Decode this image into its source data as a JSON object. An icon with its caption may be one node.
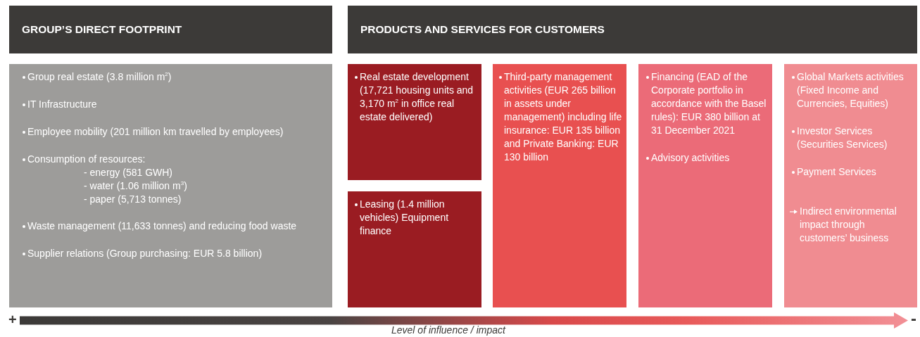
{
  "diagram": {
    "nodes": [
      {
        "text": [
          "GROUP’S DIRECT FOOTPRINT"
        ]
      },
      {
        "text": [
          "PRODUCTS AND SERVICES FOR CUSTOMERS"
        ]
      },
      {
        "text": [
          "Group real estate (3.8 million m$^{2}$)",
          "IT Infrastructure",
          "Employee mobility (201 million km travelled by employees)",
          "Consumption of resources:",
          "- energy (581 GWH)",
          "- water (1.06 million m$^{3}$)",
          "- paper (5,713 tonnes)",
          "Waste management (11,633 tonnes) and reducing food waste",
          "Supplier relations (Group purchasing: EUR 5.8 billion)"
        ]
      },
      {
        "text": [
          "Real estate development (17,721 housing units and 3,170 m$^{2}$ in office real estate delivered)"
        ]
      },
      {
        "text": [
          "Leasing (1.4 million vehicles) Equipment finance"
        ]
      },
      {
        "text": [
          "Third-party management activities (EUR 265 billion in assets under management) including life insurance: EUR 135 billion and Private Banking: EUR 130 billion"
        ]
      },
      {
        "text": [
          "Financing (EAD of the Corporate portfolio in accordance with the Basel rules): EUR 380 billion at 31 December 2021",
          "Advisory activities"
        ]
      },
      {
        "text": [
          "Global Markets activities (Fixed Income and Currencies, Equities)",
          "Investor Services (Securities Services)",
          "Payment Services",
          "Indirect environmental impact through customers’ business"
        ]
      }
    ],
    "labels": [
      "+",
      "Level of influence / impact",
      "-"
    ]
  }
}
